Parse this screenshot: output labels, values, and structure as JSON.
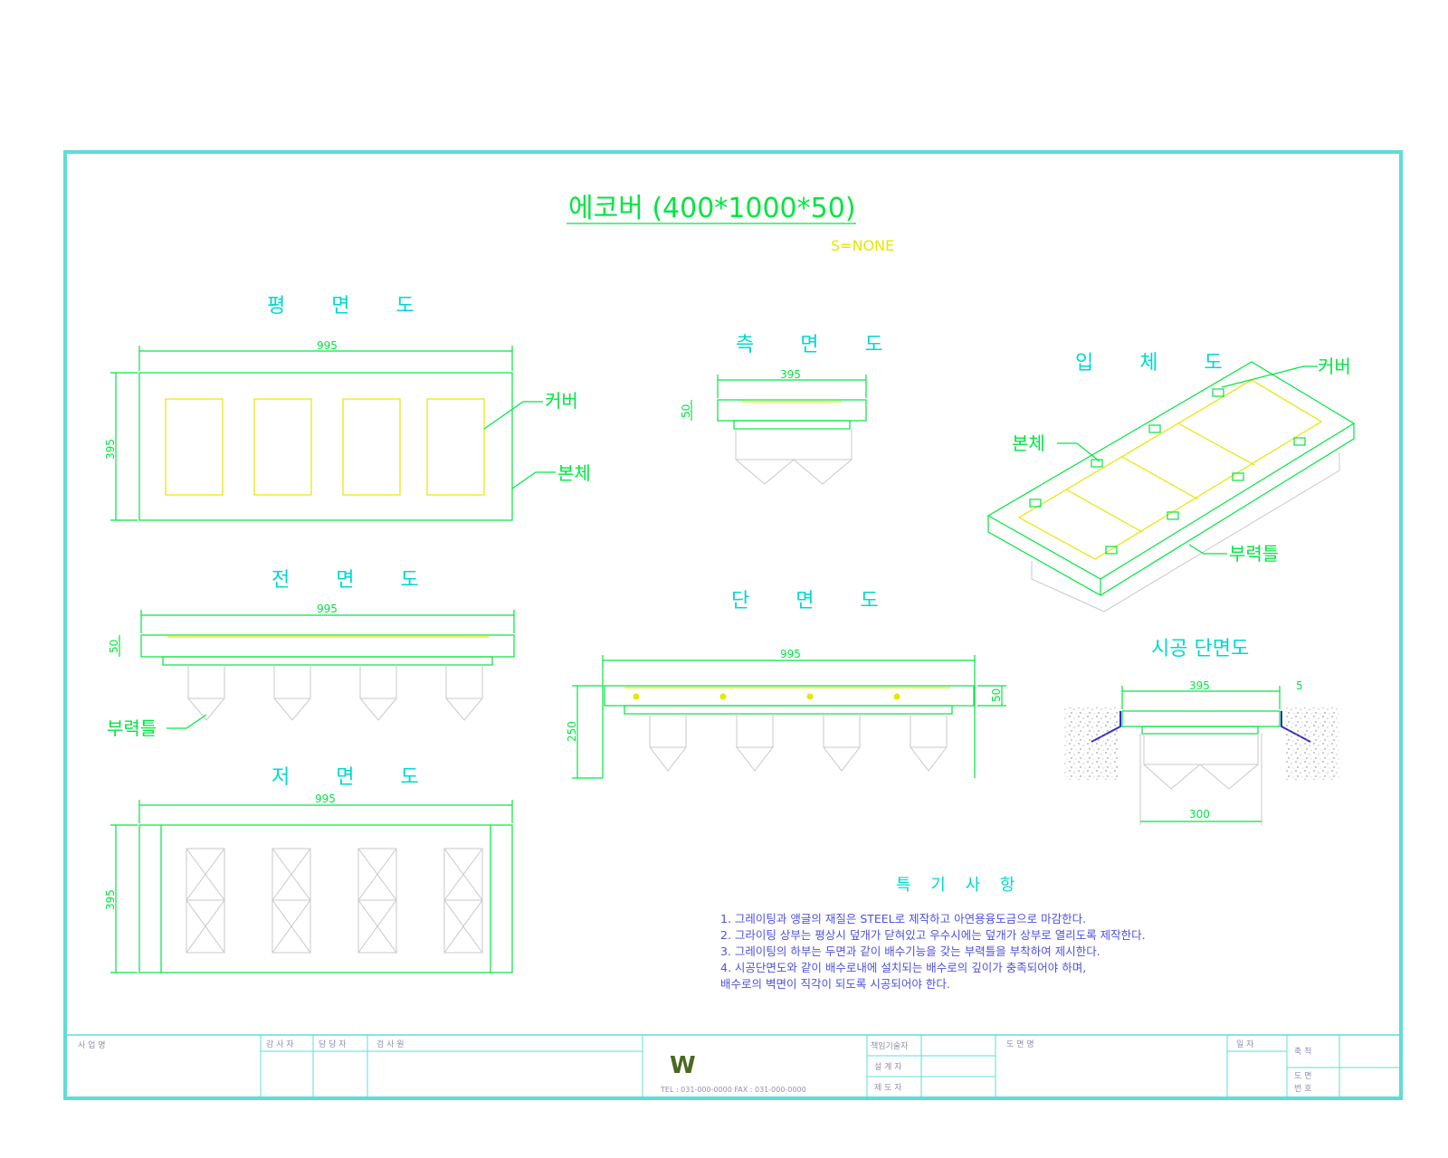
{
  "title": "에코버 (400*1000*50)",
  "scale": "S=NONE",
  "views": {
    "plan": "평 면 도",
    "front": "전 면 도",
    "bottom": "저 면 도",
    "side": "측 면 도",
    "section": "단 면 도",
    "iso": "입 체 도",
    "install": "시공 단면도"
  },
  "labels": {
    "cover": "커버",
    "body": "본체",
    "frame": "부력틀"
  },
  "dims": {
    "d995": "995",
    "d395": "395",
    "d50": "50",
    "d250": "250",
    "d300": "300",
    "d5": "5"
  },
  "notes": {
    "heading": "특 기 사 항",
    "lines": [
      "1.  그레이팅과 앵글의 재질은 STEEL로 제작하고 아연용융도금으로 마감한다.",
      "2.  그라이팅 상부는 평상시 덮개가 닫혀있고 우수시에는 덮개가 상부로 열리도록 제작한다.",
      "3.  그레이팅의 하부는 두면과 같이 배수기능을 갖는 부력틀을 부착하여 제시한다.",
      "4.  시공단면도와 같이 배수로내에 설치되는 배수로의 깊이가 충족되어야 하며,",
      "     배수로의 벽면이 직각이 되도록 시공되어야 한다."
    ]
  },
  "titleblock": {
    "project": "사 업 명",
    "inspector": "감 사 자",
    "manager": "담 당 자",
    "reviewer": "검 사 원",
    "eng1": "책임기술자",
    "eng2": "설 계 자",
    "eng3": "제 도 자",
    "drawing_name": "도 면 명",
    "date": "일    자",
    "scale_cell": "축   척",
    "sheet": "도   면",
    "number": "번   호",
    "company_contact": "TEL : 031-000-0000  FAX : 031-000-0000",
    "logo": "W"
  }
}
